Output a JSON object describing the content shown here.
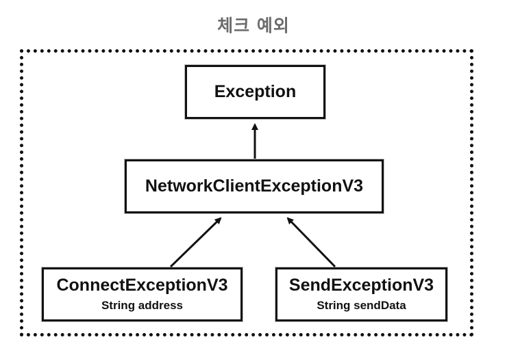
{
  "diagram": {
    "title": "체크 예외",
    "nodes": {
      "exception": {
        "title": "Exception"
      },
      "network_client": {
        "title": "NetworkClientExceptionV3"
      },
      "connect": {
        "title": "ConnectExceptionV3",
        "field": "String address"
      },
      "send": {
        "title": "SendExceptionV3",
        "field": "String sendData"
      }
    },
    "edges": [
      {
        "from": "network_client",
        "to": "exception",
        "type": "inherits"
      },
      {
        "from": "connect",
        "to": "network_client",
        "type": "inherits"
      },
      {
        "from": "send",
        "to": "network_client",
        "type": "inherits"
      }
    ]
  }
}
